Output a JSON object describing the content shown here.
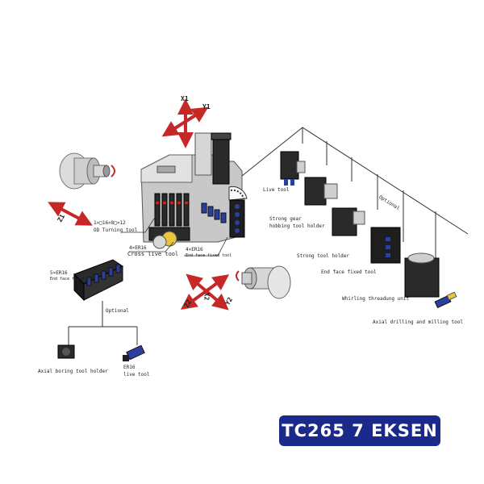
{
  "badge": {
    "text": "TC265 7 EKSEN",
    "color": "#1b2a8a"
  },
  "axes": {
    "top": [
      "X1",
      "Y1"
    ],
    "left": "Z1",
    "bottom": [
      "X2",
      "Z2",
      "Y2"
    ]
  },
  "labels": {
    "od_turning_line1": "1×□16×8□×12",
    "od_turning_line2": "OD Turning tool",
    "cross_live_line1": "4×ER16",
    "cross_live_line2": "Cross live tool",
    "end_face_fixed_line1": "4×ER16",
    "end_face_fixed_line2": "End face fixed tool",
    "left_end_face_line1": "5×ER16",
    "left_end_face_line2": "End face fixed tool",
    "optional_left": "Optional",
    "optional_right": "Optional",
    "axial_boring": "Axial boring tool holder",
    "er16_live_line1": "ER16",
    "er16_live_line2": "live tool",
    "live_tool": "Live tool",
    "strong_gear_line1": "Strong gear",
    "strong_gear_line2": "hobbing tool holder",
    "strong_tool_holder": "Strong tool holder",
    "end_face_fixed_tool": "End face fixed tool",
    "whirling": "Whirling threadung unit",
    "axial_drilling": "Axial drilling and milling tool"
  },
  "colors": {
    "arrow": "#c62828",
    "machine": "#b9b9b9",
    "dark": "#1e1e1e",
    "tool_blue": "#2a3f9e"
  }
}
